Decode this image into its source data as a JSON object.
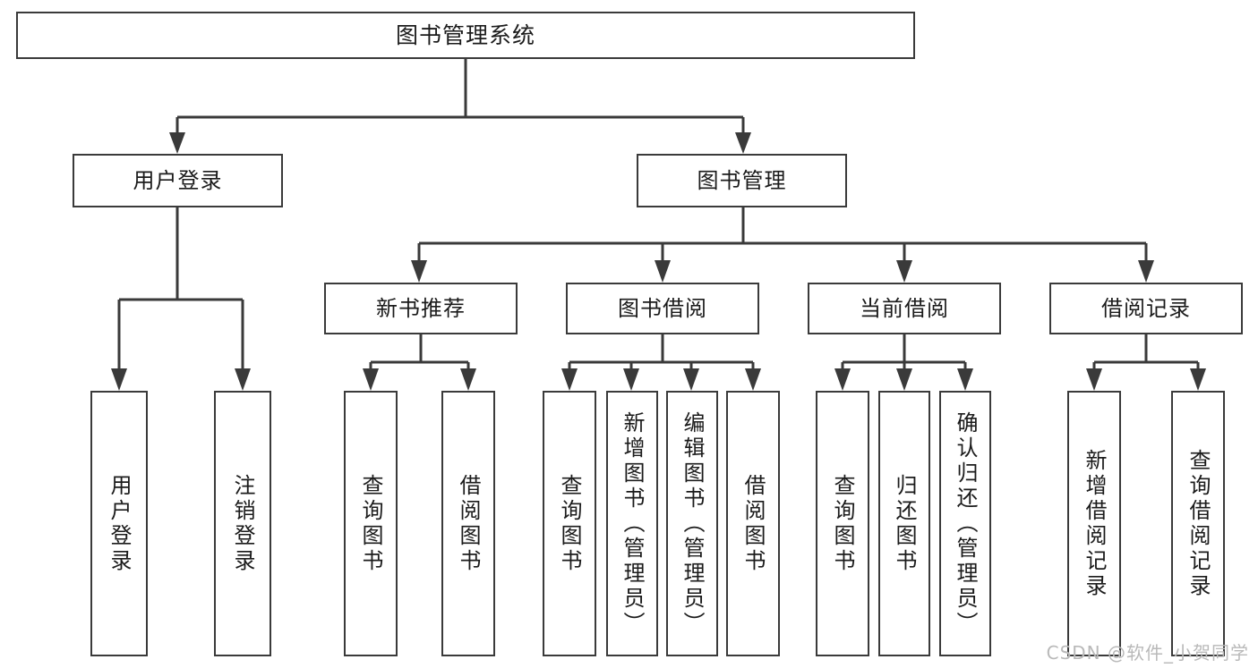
{
  "diagram": {
    "title": "图书管理系统",
    "type": "hierarchy-tree",
    "watermark": "CSDN @软件_小贺同学",
    "colors": {
      "box_border": "#3a3a3a",
      "box_fill": "#ffffff",
      "connector": "#3a3a3a",
      "text": "#1b1b1b",
      "watermark": "#b9b9b9"
    },
    "root": {
      "label": "图书管理系统"
    },
    "level2": [
      {
        "id": "user-login",
        "label": "用户登录"
      },
      {
        "id": "book-manage",
        "label": "图书管理"
      }
    ],
    "level3": [
      {
        "id": "new-book-recommend",
        "label": "新书推荐"
      },
      {
        "id": "book-borrow",
        "label": "图书借阅"
      },
      {
        "id": "current-borrow",
        "label": "当前借阅"
      },
      {
        "id": "borrow-record",
        "label": "借阅记录"
      }
    ],
    "leaves": {
      "user_login": [
        {
          "id": "leaf-user-login",
          "label": "用户登录"
        },
        {
          "id": "leaf-user-logout",
          "label": "注销登录"
        }
      ],
      "new_book_recommend": [
        {
          "id": "leaf-query-book-1",
          "label": "查询图书"
        },
        {
          "id": "leaf-borrow-book-1",
          "label": "借阅图书"
        }
      ],
      "book_borrow": [
        {
          "id": "leaf-query-book-2",
          "label": "查询图书"
        },
        {
          "id": "leaf-add-book",
          "label": "新增图书（管理员）"
        },
        {
          "id": "leaf-edit-book",
          "label": "编辑图书（管理员）"
        },
        {
          "id": "leaf-borrow-book-2",
          "label": "借阅图书"
        }
      ],
      "current_borrow": [
        {
          "id": "leaf-query-book-3",
          "label": "查询图书"
        },
        {
          "id": "leaf-return-book",
          "label": "归还图书"
        },
        {
          "id": "leaf-confirm-return",
          "label": "确认归还（管理员）"
        }
      ],
      "borrow_record": [
        {
          "id": "leaf-add-record",
          "label": "新增借阅记录"
        },
        {
          "id": "leaf-query-record",
          "label": "查询借阅记录"
        }
      ]
    }
  }
}
